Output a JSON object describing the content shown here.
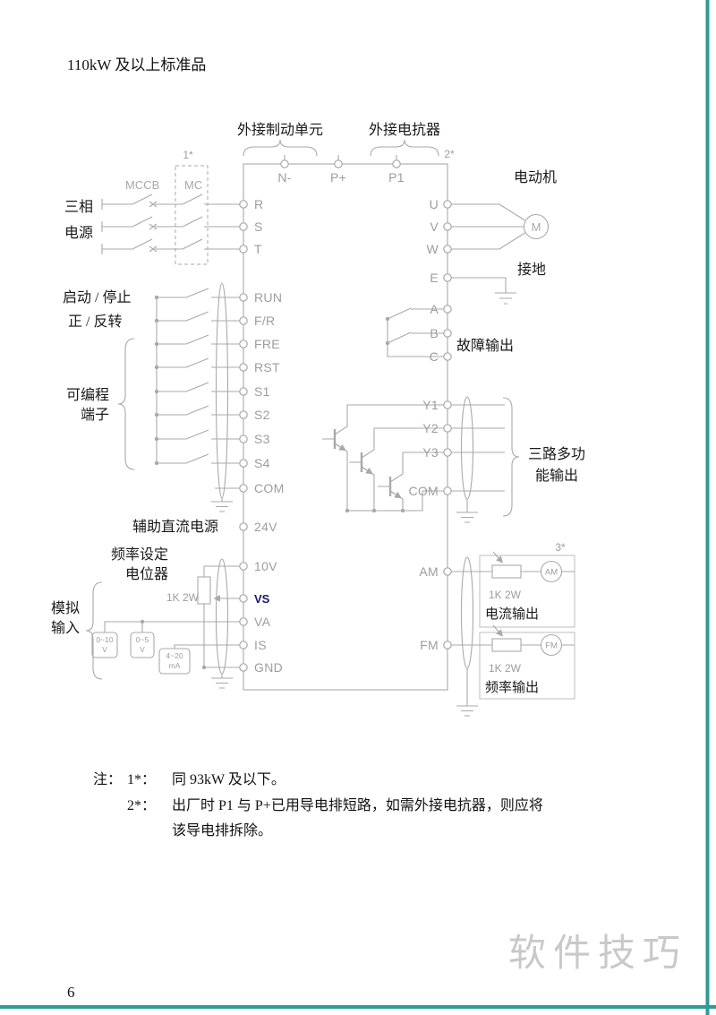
{
  "page": {
    "heading": "110kW 及以上标准品",
    "page_number": "6",
    "watermark": "软件技巧"
  },
  "colors": {
    "accent_border": "#2f9b95",
    "diagram_line": "#a9a9a9",
    "terminal_text": "#9d9d9d",
    "label_text": "#1a1a1a",
    "vs_text": "#16166b",
    "watermark": "#c9c9c9"
  },
  "notes": {
    "prefix": "注：",
    "note1_marker": "1*：",
    "note1_text": "同 93kW 及以下。",
    "note2_marker": "2*：",
    "note2_text_line1": "出厂时 P1 与 P+已用导电排短路，如需外接电抗器，则应将",
    "note2_text_line2": "该导电排拆除。"
  },
  "diagram": {
    "top": {
      "brake_unit": "外接制动单元",
      "reactor": "外接电抗器",
      "terminal_n": "N-",
      "terminal_p_plus": "P+",
      "terminal_p1": "P1",
      "marker_1": "1*",
      "marker_2": "2*"
    },
    "power_input": {
      "source_label_1": "三相",
      "source_label_2": "电源",
      "breaker": "MCCB",
      "contactor": "MC",
      "terminal_r": "R",
      "terminal_s": "S",
      "terminal_t": "T"
    },
    "motor": {
      "label": "电动机",
      "terminal_u": "U",
      "terminal_v": "V",
      "terminal_w": "W",
      "symbol": "M",
      "terminal_e": "E",
      "ground_label": "接地"
    },
    "digital_inputs": {
      "start_stop": "启动 / 停止",
      "fwd_rev": "正 / 反转",
      "programmable_1": "可编程",
      "programmable_2": "端子",
      "terminals": [
        "RUN",
        "F/R",
        "FRE",
        "RST",
        "S1",
        "S2",
        "S3",
        "S4",
        "COM"
      ]
    },
    "aux_supply": {
      "label": "辅助直流电源",
      "terminal": "24V"
    },
    "frequency_pot": {
      "label_1": "频率设定",
      "label_2": "电位器",
      "terminal_10v": "10V",
      "pot_value": "1K 2W",
      "terminal_vs": "VS",
      "terminal_va": "VA",
      "terminal_is": "IS",
      "terminal_gnd": "GND"
    },
    "analog_input": {
      "label_1": "模拟",
      "label_2": "输入",
      "range1_1": "0~10",
      "range1_2": "V",
      "range2_1": "0~5",
      "range2_2": "V",
      "range3_1": "4~20",
      "range3_2": "mA"
    },
    "fault_output": {
      "terminal_a": "A",
      "terminal_b": "B",
      "terminal_c": "C",
      "label": "故障输出"
    },
    "multi_output": {
      "terminal_y1": "Y1",
      "terminal_y2": "Y2",
      "terminal_y3": "Y3",
      "terminal_com": "COM",
      "label_1": "三路多功",
      "label_2": "能输出"
    },
    "current_output": {
      "terminal": "AM",
      "pot_value": "1K  2W",
      "meter": "AM",
      "label": "电流输出",
      "marker_3": "3*"
    },
    "frequency_output": {
      "terminal": "FM",
      "pot_value": "1K  2W",
      "meter": "FM",
      "label": "频率输出"
    }
  }
}
